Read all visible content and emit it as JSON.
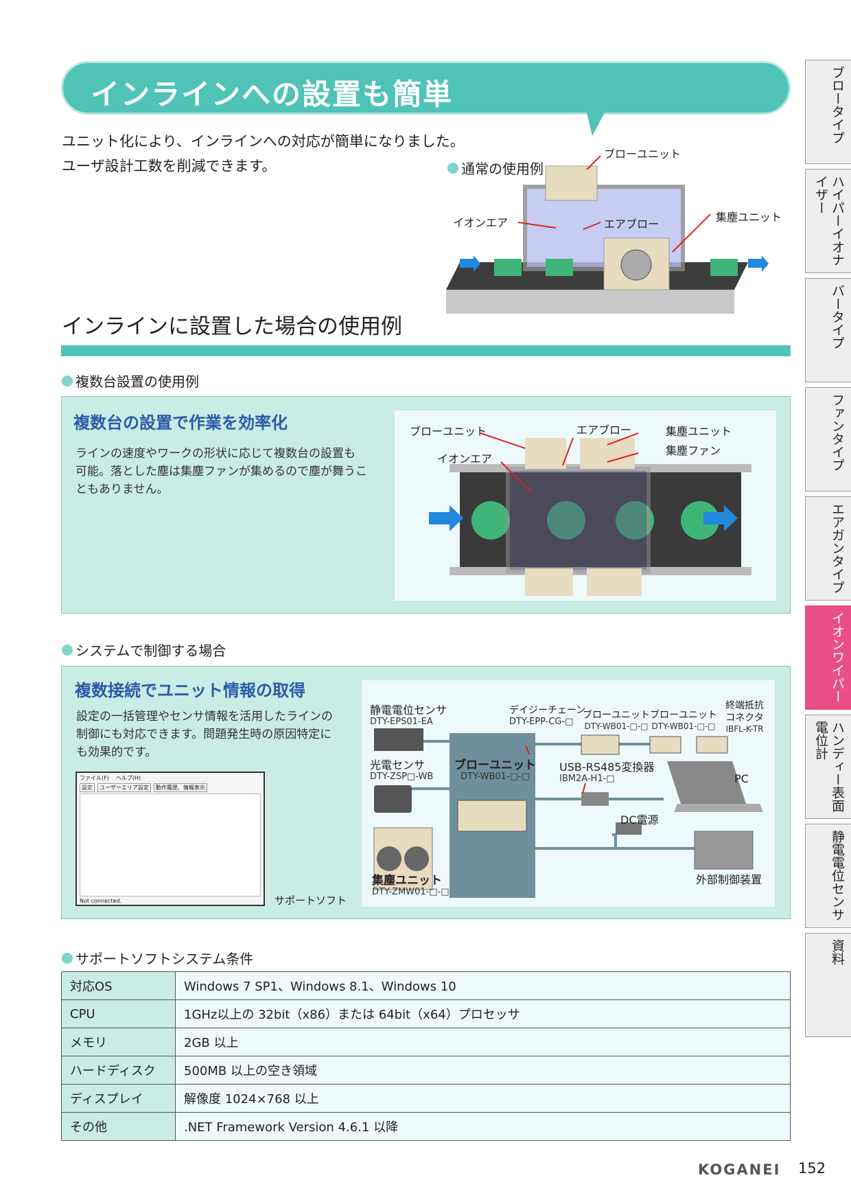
{
  "header": {
    "title": "インラインへの設置も簡単"
  },
  "intro": [
    "ユニット化により、インラインへの対応が簡単になりました。",
    "ユーザ設計工数を削減できます。"
  ],
  "normal_use": {
    "bullet": "通常の使用例",
    "labels": {
      "blow_unit": "ブローユニット",
      "ion_air": "イオンエア",
      "air_blow": "エアブロー",
      "dust_unit": "集塵ユニット"
    }
  },
  "section_title": "インラインに設置した場合の使用例",
  "multi": {
    "bullet": "複数台設置の使用例",
    "title": "複数台の設置で作業を効率化",
    "body": [
      "ラインの速度やワークの形状に応じて複数台の設置も",
      "可能。落とした塵は集塵ファンが集めるので塵が舞うこ",
      "ともありません。"
    ],
    "labels": {
      "blow_unit": "ブローユニット",
      "air_blow": "エアブロー",
      "dust_unit": "集塵ユニット",
      "dust_fan": "集塵ファン",
      "ion_air": "イオンエア"
    }
  },
  "system": {
    "bullet": "システムで制御する場合",
    "title": "複数接続でユニット情報の取得",
    "body": [
      "設定の一括管理やセンサ情報を活用したラインの",
      "制御にも対応できます。問題発生時の原因特定に",
      "も効果的です。"
    ],
    "software_caption": "サポートソフト",
    "software": {
      "menu": [
        "ファイル(F)",
        "ヘルプ(H)"
      ],
      "tabs": [
        "設定",
        "ユーザーエリア設定",
        "動作履歴、情報表示"
      ],
      "status": "Not connected."
    },
    "diagram": {
      "sensor": {
        "name": "静電電位センサ",
        "model": "DTY-EPS01-EA"
      },
      "photo": {
        "name": "光電センサ",
        "model": "DTY-ZSP□-WB"
      },
      "main": {
        "name": "ブローユニット",
        "model": "DTY-WB01-□-□"
      },
      "daisy": {
        "name": "デイジーチェーン",
        "model": "DTY-EPP-CG-□"
      },
      "blow1": {
        "name": "ブローユニット",
        "model": "DTY-WB01-□-□"
      },
      "blow2": {
        "name": "ブローユニット",
        "model": "DTY-WB01-□-□"
      },
      "term": {
        "name1": "終端抵抗",
        "name2": "コネクタ",
        "model": "IBFL-K-TR"
      },
      "usb": {
        "name": "USB-RS485変換器",
        "model": "IBM2A-H1-□"
      },
      "pc": "PC",
      "dc": "DC電源",
      "ext": "外部制御装置",
      "dust": {
        "name": "集塵ユニット",
        "model": "DTY-ZMW01-□-□"
      }
    }
  },
  "requirements": {
    "bullet": "サポートソフトシステム条件",
    "rows": [
      {
        "label": "対応OS",
        "value": "Windows 7 SP1、Windows 8.1、Windows 10"
      },
      {
        "label": "CPU",
        "value": "1GHz以上の 32bit（x86）または 64bit（x64）プロセッサ"
      },
      {
        "label": "メモリ",
        "value": "2GB 以上"
      },
      {
        "label": "ハードディスク",
        "value": "500MB 以上の空き領域"
      },
      {
        "label": "ディスプレイ",
        "value": "解像度 1024×768 以上"
      },
      {
        "label": "その他",
        "value": ".NET Framework Version 4.6.1 以降"
      }
    ]
  },
  "side_tabs": [
    "ブロータイプ",
    "ハイパーイオナイザー",
    "バータイプ",
    "ファンタイプ",
    "エアガンタイプ",
    "イオンワイパー",
    "ハンディー表面電位計",
    "静電電位センサ",
    "資料"
  ],
  "active_tab": 5,
  "footer": {
    "brand": "KOGANEI",
    "page": "152"
  }
}
